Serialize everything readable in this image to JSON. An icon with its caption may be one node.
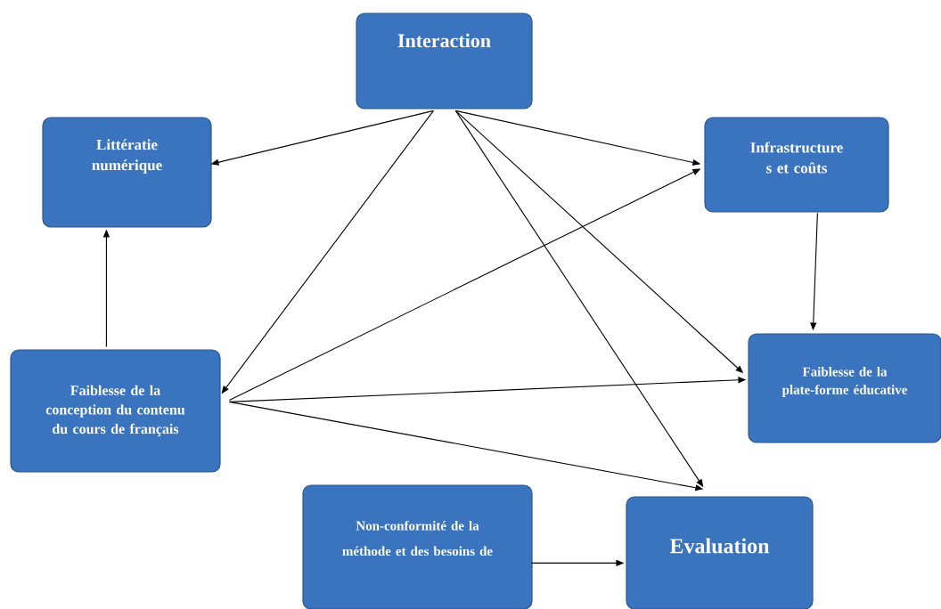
{
  "diagram": {
    "nodes": [
      {
        "text": [
          "Interaction"
        ]
      },
      {
        "text": [
          "Littératie numérique"
        ]
      },
      {
        "text": [
          "Infrastructure s et coûts"
        ]
      },
      {
        "text": [
          "Faiblesse de la conception du contenu du cours de français"
        ]
      },
      {
        "text": [
          "Faiblesse de la plate-forme éducative"
        ]
      },
      {
        "text": [
          "Non-conformité de la méthode et des besoins de"
        ]
      },
      {
        "text": [
          "Evaluation"
        ]
      }
    ],
    "edges": [
      {
        "from": 0,
        "to": 1,
        "arrow": "to"
      },
      {
        "from": 0,
        "to": 2,
        "arrow": "to"
      },
      {
        "from": 0,
        "to": 3,
        "arrow": "to"
      },
      {
        "from": 0,
        "to": 4,
        "arrow": "to"
      },
      {
        "from": 0,
        "to": 6,
        "arrow": "to"
      },
      {
        "from": 3,
        "to": 1,
        "arrow": "to"
      },
      {
        "from": 3,
        "to": 2,
        "arrow": "to"
      },
      {
        "from": 3,
        "to": 4,
        "arrow": "to"
      },
      {
        "from": 3,
        "to": 6,
        "arrow": "to"
      },
      {
        "from": 2,
        "to": 4,
        "arrow": "to"
      },
      {
        "from": 5,
        "to": 6,
        "arrow": "to"
      }
    ]
  }
}
